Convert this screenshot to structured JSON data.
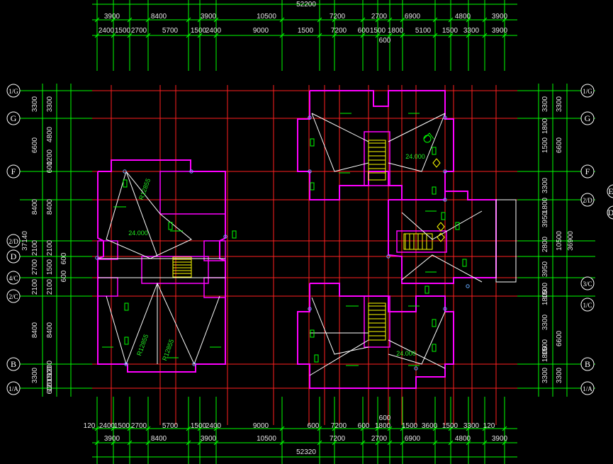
{
  "colors": {
    "bg": "#000000",
    "dimension": "#00ff00",
    "axis_line": "#ff2020",
    "wall": "#ff00ff",
    "stair": "#ffff00",
    "text": "#e6e6e6",
    "label": "#22ee22",
    "slab": "#ffffff"
  },
  "top_total": "52200",
  "top_row1": [
    "3900",
    "8400",
    "3900",
    "10500",
    "7200",
    "2700",
    "6900",
    "4800",
    "3900"
  ],
  "top_row2": [
    "2400",
    "1500",
    "2700",
    "5700",
    "1500",
    "2400",
    "9000",
    "1500",
    "7200",
    "600",
    "1500",
    "1800",
    "5100",
    "1500",
    "3300",
    "3900"
  ],
  "top_mid": "600",
  "bottom_row1": [
    "120",
    "2400",
    "1500",
    "2700",
    "5700",
    "1500",
    "2400",
    "9000",
    "600",
    "7200",
    "600",
    "1800",
    "1500",
    "3600",
    "1500",
    "3300",
    "120"
  ],
  "bottom_mid": "600",
  "bottom_row2": [
    "3900",
    "8400",
    "3900",
    "10500",
    "7200",
    "2700",
    "6900",
    "4800",
    "3900"
  ],
  "bottom_total": "52320",
  "left_axes": [
    "1/G",
    "G",
    "F",
    "2/D",
    "D",
    "4/C",
    "2/C",
    "B",
    "1/A"
  ],
  "right_axes": [
    "1/G",
    "G",
    "F",
    "2/D",
    "3/C",
    "1/C",
    "B",
    "1/A"
  ],
  "right_edge_axes": [
    "E",
    "D"
  ],
  "left_dims_outer": [
    "3300",
    "6600",
    "8400",
    "2100",
    "2700",
    "2100",
    "8400",
    "3300"
  ],
  "left_dims_inner": [
    "3300",
    "4800",
    "1200",
    "600",
    "8400",
    "2100",
    "1500",
    "2100",
    "8400",
    "1200",
    "1500",
    "1200",
    "600"
  ],
  "left_total": "37140",
  "left_misc": [
    "600",
    "600"
  ],
  "right_dims_inner": [
    "3300",
    "1800",
    "1500",
    "3300",
    "1800",
    "3950",
    "2800",
    "3950",
    "1500",
    "1800",
    "3300",
    "1500",
    "1800",
    "3300"
  ],
  "right_dims_outer": [
    "3300",
    "6600",
    "10500",
    "6600",
    "3300"
  ],
  "right_total": "36900",
  "slab_labels": [
    "24.000",
    "24.000",
    "24.000"
  ],
  "slope_labels": [
    "R12855",
    "R12855",
    "R12855"
  ]
}
